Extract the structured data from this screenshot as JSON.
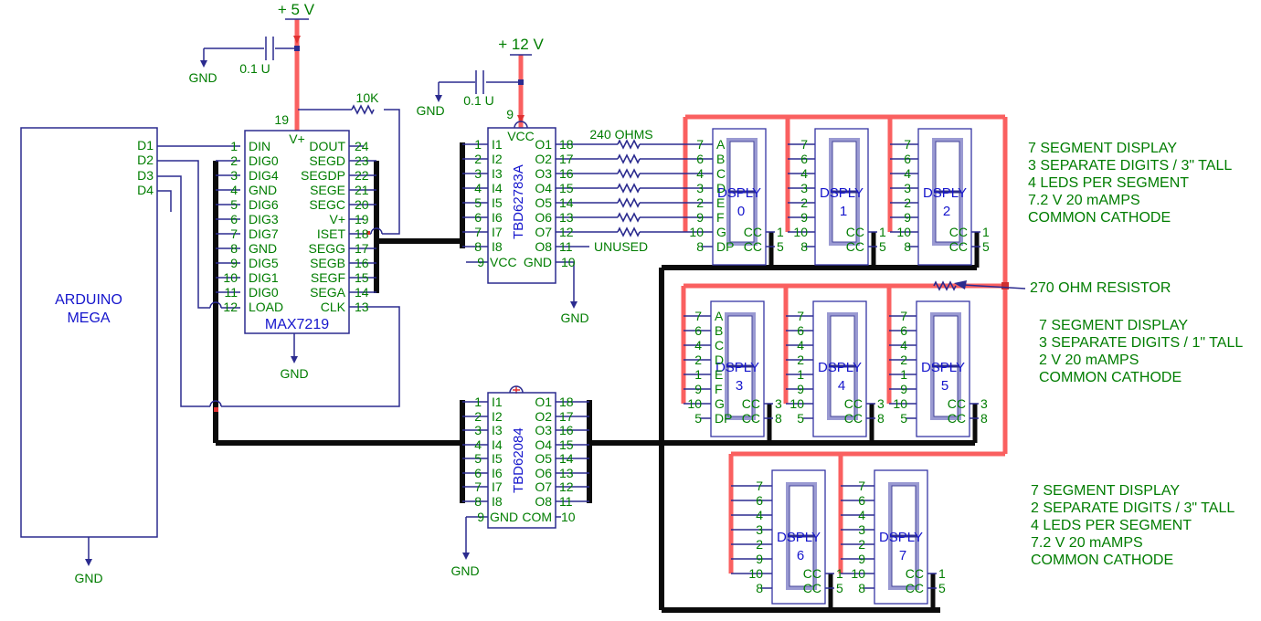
{
  "colors": {
    "green": "#007d00",
    "blue": "#1515cc",
    "wire_navy": "#2b2b8f",
    "bus_black": "#0b0b0b",
    "power_red": "#fa6060",
    "background": "#ffffff"
  },
  "power5": {
    "label": "+ 5 V",
    "cap": "0.1 U",
    "gnd": "GND",
    "pin": "19",
    "resistor": "10K"
  },
  "power12": {
    "label": "+ 12 V",
    "cap": "0.1 U",
    "gnd": "GND",
    "pin": "9"
  },
  "arduino": {
    "line1": "ARDUINO",
    "line2": "MEGA",
    "pins": [
      "D1",
      "D2",
      "D3",
      "D4"
    ],
    "gnd": "GND"
  },
  "max7219": {
    "name": "MAX7219",
    "top": "V+",
    "gnd": "GND",
    "left": [
      [
        "1",
        "DIN"
      ],
      [
        "2",
        "DIG0"
      ],
      [
        "3",
        "DIG4"
      ],
      [
        "4",
        "GND"
      ],
      [
        "5",
        "DIG6"
      ],
      [
        "6",
        "DIG3"
      ],
      [
        "7",
        "DIG7"
      ],
      [
        "8",
        "GND"
      ],
      [
        "9",
        "DIG5"
      ],
      [
        "10",
        "DIG1"
      ],
      [
        "11",
        "DIG0"
      ],
      [
        "12",
        "LOAD"
      ]
    ],
    "right": [
      [
        "24",
        "DOUT"
      ],
      [
        "23",
        "SEGD"
      ],
      [
        "22",
        "SEGDP"
      ],
      [
        "21",
        "SEGE"
      ],
      [
        "20",
        "SEGC"
      ],
      [
        "19",
        "V+"
      ],
      [
        "18",
        "ISET"
      ],
      [
        "17",
        "SEGG"
      ],
      [
        "16",
        "SEGB"
      ],
      [
        "15",
        "SEGF"
      ],
      [
        "14",
        "SEGA"
      ],
      [
        "13",
        "CLK"
      ]
    ]
  },
  "tbd62783a": {
    "name": "TBD62783A",
    "top": "VCC",
    "topnum": "9",
    "gnd": "GND",
    "r_label": "240 OHMS",
    "unused": "UNUSED",
    "left": [
      [
        "1",
        "I1"
      ],
      [
        "2",
        "I2"
      ],
      [
        "3",
        "I3"
      ],
      [
        "4",
        "I4"
      ],
      [
        "5",
        "I5"
      ],
      [
        "6",
        "I6"
      ],
      [
        "7",
        "I7"
      ],
      [
        "8",
        "I8"
      ],
      [
        "9",
        "VCC"
      ]
    ],
    "right": [
      [
        "18",
        "O1"
      ],
      [
        "17",
        "O2"
      ],
      [
        "16",
        "O3"
      ],
      [
        "15",
        "O4"
      ],
      [
        "14",
        "O5"
      ],
      [
        "13",
        "O6"
      ],
      [
        "12",
        "O7"
      ],
      [
        "11",
        "O8"
      ],
      [
        "10",
        "GND"
      ]
    ]
  },
  "tbd62084": {
    "name": "TBD62084",
    "gnd": "GND",
    "left": [
      [
        "1",
        "I1"
      ],
      [
        "2",
        "I2"
      ],
      [
        "3",
        "I3"
      ],
      [
        "4",
        "I4"
      ],
      [
        "5",
        "I5"
      ],
      [
        "6",
        "I6"
      ],
      [
        "7",
        "I7"
      ],
      [
        "8",
        "I8"
      ],
      [
        "9",
        "GND"
      ]
    ],
    "right": [
      [
        "18",
        "O1"
      ],
      [
        "17",
        "O2"
      ],
      [
        "16",
        "O3"
      ],
      [
        "15",
        "O4"
      ],
      [
        "14",
        "O5"
      ],
      [
        "13",
        "O6"
      ],
      [
        "12",
        "O7"
      ],
      [
        "11",
        "O8"
      ],
      [
        "10",
        "COM"
      ]
    ]
  },
  "displays": [
    {
      "label": "DSPLY",
      "digit": "0",
      "pins": [
        [
          "7",
          "A"
        ],
        [
          "6",
          "B"
        ],
        [
          "4",
          "C"
        ],
        [
          "3",
          "D"
        ],
        [
          "2",
          "E"
        ],
        [
          "9",
          "F"
        ],
        [
          "10",
          "G"
        ],
        [
          "8",
          "DP"
        ]
      ],
      "cc": [
        [
          "CC",
          "1"
        ],
        [
          "CC",
          "5"
        ]
      ]
    },
    {
      "label": "DSPLY",
      "digit": "1",
      "pins": [
        [
          "7",
          ""
        ],
        [
          "6",
          ""
        ],
        [
          "4",
          ""
        ],
        [
          "3",
          ""
        ],
        [
          "2",
          ""
        ],
        [
          "9",
          ""
        ],
        [
          "10",
          ""
        ],
        [
          "8",
          ""
        ]
      ],
      "cc": [
        [
          "CC",
          "1"
        ],
        [
          "CC",
          "5"
        ]
      ]
    },
    {
      "label": "DSPLY",
      "digit": "2",
      "pins": [
        [
          "7",
          ""
        ],
        [
          "6",
          ""
        ],
        [
          "4",
          ""
        ],
        [
          "3",
          ""
        ],
        [
          "2",
          ""
        ],
        [
          "9",
          ""
        ],
        [
          "10",
          ""
        ],
        [
          "8",
          ""
        ]
      ],
      "cc": [
        [
          "CC",
          "1"
        ],
        [
          "CC",
          "5"
        ]
      ]
    },
    {
      "label": "DSPLY",
      "digit": "3",
      "pins": [
        [
          "7",
          "A"
        ],
        [
          "6",
          "B"
        ],
        [
          "4",
          "C"
        ],
        [
          "2",
          "D"
        ],
        [
          "1",
          "E"
        ],
        [
          "9",
          "F"
        ],
        [
          "10",
          "G"
        ],
        [
          "5",
          "DP"
        ]
      ],
      "cc": [
        [
          "CC",
          "3"
        ],
        [
          "CC",
          "8"
        ]
      ]
    },
    {
      "label": "DSPLY",
      "digit": "4",
      "pins": [
        [
          "7",
          ""
        ],
        [
          "6",
          ""
        ],
        [
          "4",
          ""
        ],
        [
          "2",
          ""
        ],
        [
          "1",
          ""
        ],
        [
          "9",
          ""
        ],
        [
          "10",
          ""
        ],
        [
          "5",
          ""
        ]
      ],
      "cc": [
        [
          "CC",
          "3"
        ],
        [
          "CC",
          "8"
        ]
      ]
    },
    {
      "label": "DSPLY",
      "digit": "5",
      "pins": [
        [
          "7",
          ""
        ],
        [
          "6",
          ""
        ],
        [
          "4",
          ""
        ],
        [
          "2",
          ""
        ],
        [
          "1",
          ""
        ],
        [
          "9",
          ""
        ],
        [
          "10",
          ""
        ],
        [
          "5",
          ""
        ]
      ],
      "cc": [
        [
          "CC",
          "3"
        ],
        [
          "CC",
          "8"
        ]
      ]
    },
    {
      "label": "DSPLY",
      "digit": "6",
      "pins": [
        [
          "7",
          ""
        ],
        [
          "6",
          ""
        ],
        [
          "4",
          ""
        ],
        [
          "3",
          ""
        ],
        [
          "2",
          ""
        ],
        [
          "9",
          ""
        ],
        [
          "10",
          ""
        ],
        [
          "8",
          ""
        ]
      ],
      "cc": [
        [
          "CC",
          "1"
        ],
        [
          "CC",
          "5"
        ]
      ]
    },
    {
      "label": "DSPLY",
      "digit": "7",
      "pins": [
        [
          "7",
          ""
        ],
        [
          "6",
          ""
        ],
        [
          "4",
          ""
        ],
        [
          "3",
          ""
        ],
        [
          "2",
          ""
        ],
        [
          "9",
          ""
        ],
        [
          "10",
          ""
        ],
        [
          "8",
          ""
        ]
      ],
      "cc": [
        [
          "CC",
          "1"
        ],
        [
          "CC",
          "5"
        ]
      ]
    }
  ],
  "annotations": {
    "r270": "270 OHM RESISTOR",
    "note_top": [
      "7 SEGMENT DISPLAY",
      "3 SEPARATE DIGITS / 3\" TALL",
      "4 LEDS PER SEGMENT",
      "7.2 V  20 mAMPS",
      "COMMON CATHODE"
    ],
    "note_mid": [
      "7 SEGMENT DISPLAY",
      "3 SEPARATE DIGITS / 1\" TALL",
      "2 V  20 mAMPS",
      "COMMON CATHODE"
    ],
    "note_bot": [
      "7 SEGMENT DISPLAY",
      "2 SEPARATE DIGITS / 3\" TALL",
      "4 LEDS PER SEGMENT",
      "7.2 V  20 mAMPS",
      "COMMON CATHODE"
    ]
  }
}
